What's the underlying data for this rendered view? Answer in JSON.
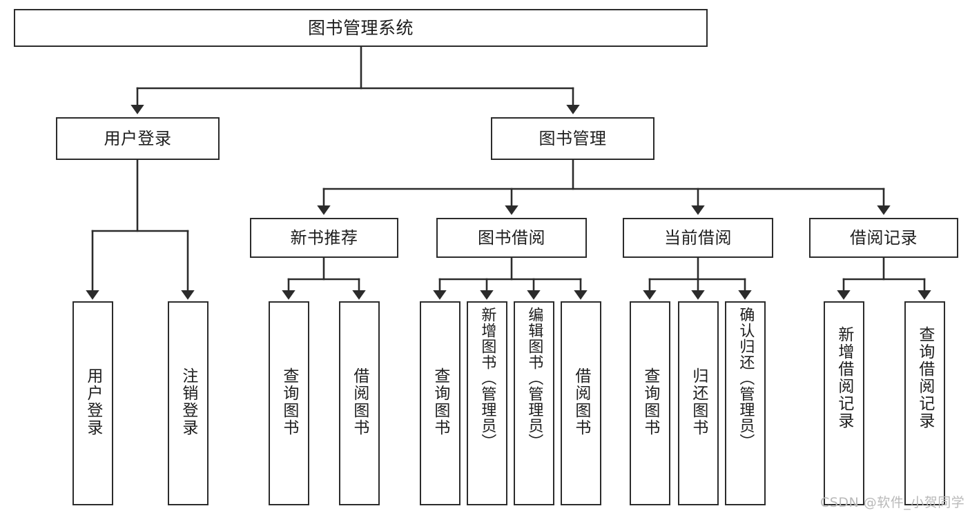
{
  "diagram": {
    "title": "图书管理系统",
    "type": "tree-hierarchy",
    "watermark": "CSDN @软件_小贺同学",
    "colors": {
      "stroke": "#2b2b2b",
      "fill": "#ffffff",
      "text": "#1d1d1d",
      "watermark": "#b9b9b9"
    },
    "levels": {
      "root": {
        "label": "图书管理系统"
      },
      "level2": [
        {
          "label": "用户登录"
        },
        {
          "label": "图书管理"
        }
      ],
      "level3": [
        {
          "label": "新书推荐"
        },
        {
          "label": "图书借阅"
        },
        {
          "label": "当前借阅"
        },
        {
          "label": "借阅记录"
        }
      ],
      "leaves": [
        {
          "label": "用户登录",
          "parent": "用户登录"
        },
        {
          "label": "注销登录",
          "parent": "用户登录"
        },
        {
          "label": "查询图书",
          "parent": "新书推荐"
        },
        {
          "label": "借阅图书",
          "parent": "新书推荐"
        },
        {
          "label": "查询图书",
          "parent": "图书借阅"
        },
        {
          "label": "新增图书（管理员）",
          "parent": "图书借阅"
        },
        {
          "label": "编辑图书（管理员）",
          "parent": "图书借阅"
        },
        {
          "label": "借阅图书",
          "parent": "图书借阅"
        },
        {
          "label": "查询图书",
          "parent": "当前借阅"
        },
        {
          "label": "归还图书",
          "parent": "当前借阅"
        },
        {
          "label": "确认归还（管理员）",
          "parent": "当前借阅"
        },
        {
          "label": "新增借阅记录",
          "parent": "借阅记录"
        },
        {
          "label": "查询借阅记录",
          "parent": "借阅记录"
        }
      ]
    }
  }
}
